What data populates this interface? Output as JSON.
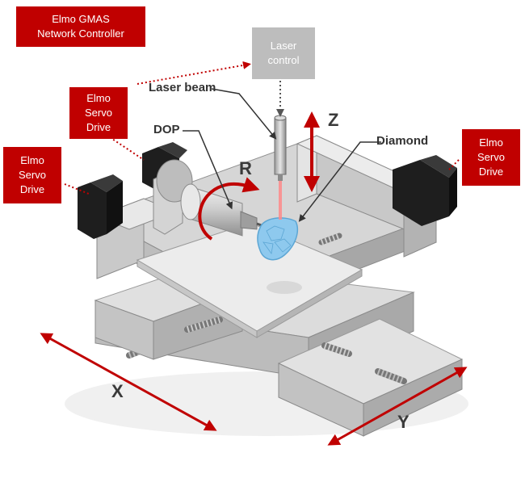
{
  "boxes": {
    "gmas": {
      "lines": [
        "Elmo GMAS",
        "Network Controller"
      ]
    },
    "laser_control": {
      "lines": [
        "Laser",
        "control"
      ]
    },
    "servo_top_left": {
      "lines": [
        "Elmo",
        "Servo",
        "Drive"
      ]
    },
    "servo_left": {
      "lines": [
        "Elmo",
        "Servo",
        "Drive"
      ]
    },
    "servo_right": {
      "lines": [
        "Elmo",
        "Servo",
        "Drive"
      ]
    }
  },
  "labels": {
    "laser_beam": "Laser beam",
    "dop": "DOP",
    "r_axis": "R",
    "z_axis": "Z",
    "diamond": "Diamond",
    "x_axis": "X",
    "y_axis": "Y"
  },
  "colors": {
    "accent_red": "#c00000",
    "control_grey": "#bdbdbd",
    "metal_light": "#e9e9e9",
    "metal_mid": "#cfcfcf",
    "metal_dark": "#a9a9a9",
    "motor_black": "#222222",
    "diamond_blue": "#8ec9ee",
    "laser_pink": "#ff8a8a"
  }
}
